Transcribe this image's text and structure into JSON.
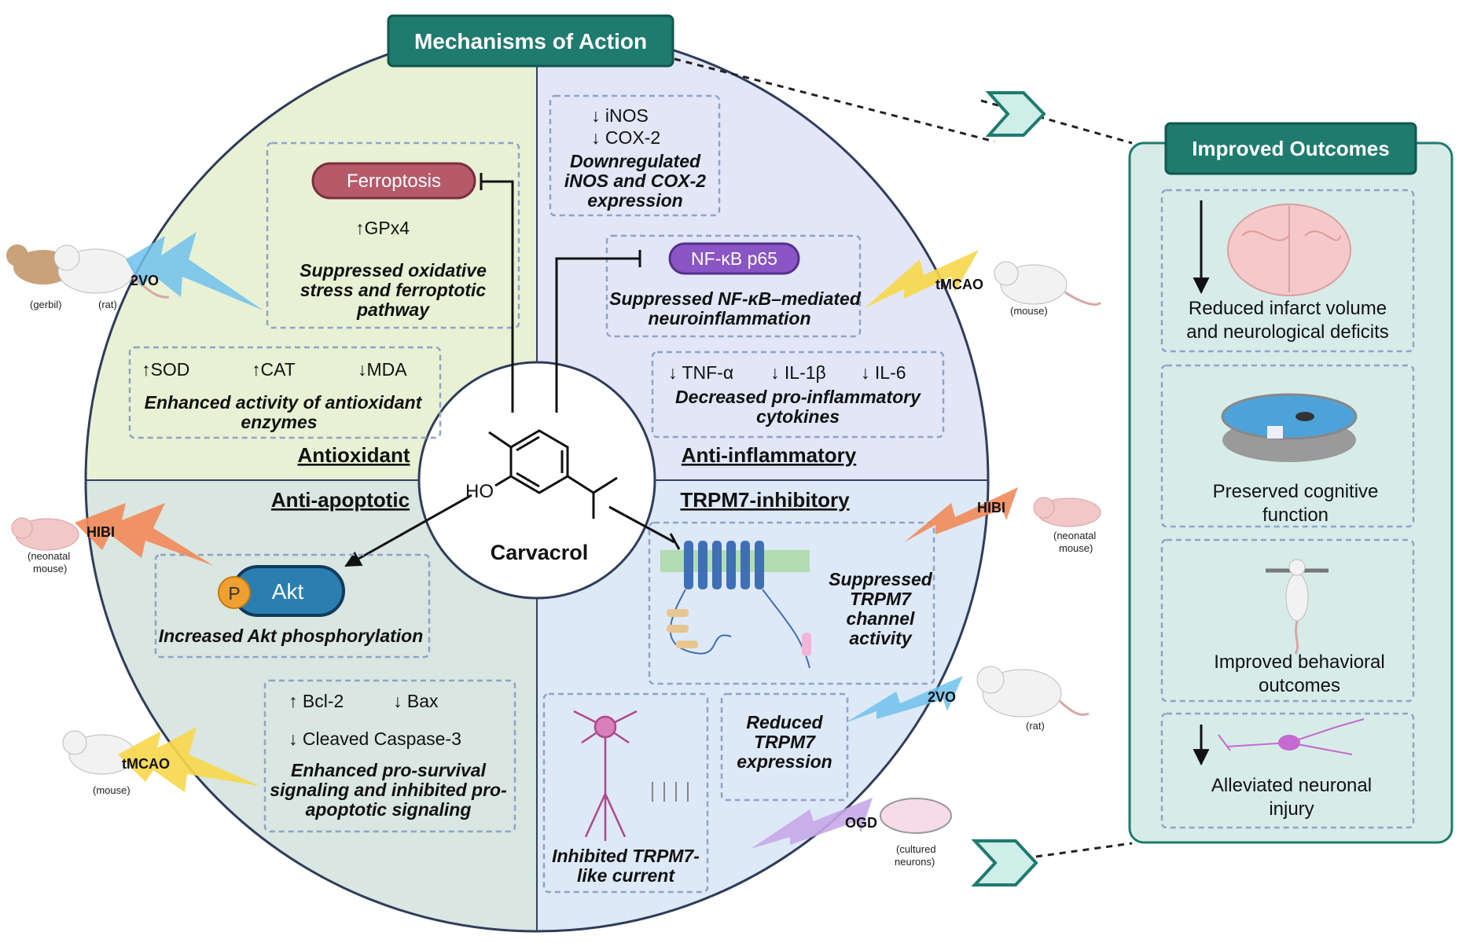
{
  "header": {
    "title": "Mechanisms of Action"
  },
  "center": {
    "compound": "Carvacrol",
    "ho": "HO"
  },
  "sections": {
    "antioxidant": {
      "title": "Antioxidant",
      "ferroptosis": "Ferroptosis",
      "gpx4": "↑GPx4",
      "ferro_desc": [
        "Suppressed oxidative",
        "stress and ferroptotic",
        "pathway"
      ],
      "markers": [
        "↑SOD",
        "↑CAT",
        "↓MDA"
      ],
      "enzyme_desc": [
        "Enhanced activity of antioxidant",
        "enzymes"
      ]
    },
    "anti_inflammatory": {
      "title": "Anti-inflammatory",
      "inos": "↓ iNOS",
      "cox2": "↓ COX-2",
      "inos_desc": [
        "Downregulated",
        "iNOS and COX-2",
        "expression"
      ],
      "nfkb": "NF-κB p65",
      "nfkb_desc": [
        "Suppressed NF-κB–mediated",
        "neuroinflammation"
      ],
      "cytokines": [
        "↓ TNF-α",
        "↓ IL-1β",
        "↓ IL-6"
      ],
      "cytokine_desc": [
        "Decreased pro-inflammatory",
        "cytokines"
      ]
    },
    "anti_apoptotic": {
      "title": "Anti-apoptotic",
      "akt": "Akt",
      "p": "P",
      "akt_desc": "Increased Akt phosphorylation",
      "bcl2": "↑ Bcl-2",
      "bax": "↓ Bax",
      "caspase": "↓ Cleaved Caspase-3",
      "apop_desc": [
        "Enhanced pro-survival",
        "signaling and inhibited pro-",
        "apoptotic signaling"
      ]
    },
    "trpm7": {
      "title": "TRPM7-inhibitory",
      "channel_desc": [
        "Suppressed",
        "TRPM7",
        "channel",
        "activity"
      ],
      "current_desc": [
        "Inhibited TRPM7-",
        "like current"
      ],
      "expr_desc": [
        "Reduced",
        "TRPM7",
        "expression"
      ]
    }
  },
  "models": {
    "gerbil_rat_2vo": {
      "model": "2VO",
      "animals": [
        "(gerbil)",
        "(rat)"
      ]
    },
    "mouse_tmcao_right": {
      "model": "tMCAO",
      "animal": "(mouse)"
    },
    "neonatal_hibi_left": {
      "model": "HIBI",
      "animal": [
        "(neonatal",
        "mouse)"
      ]
    },
    "neonatal_hibi_right": {
      "model": "HIBI",
      "animal": [
        "(neonatal",
        "mouse)"
      ]
    },
    "mouse_tmcao_left": {
      "model": "tMCAO",
      "animal": "(mouse)"
    },
    "rat_2vo_right": {
      "model": "2VO",
      "animal": "(rat)"
    },
    "ogd": {
      "model": "OGD",
      "animal": [
        "(cultured",
        "neurons)"
      ]
    }
  },
  "outcomes": {
    "title": "Improved Outcomes",
    "items": [
      [
        "Reduced infarct volume",
        "and neurological deficits"
      ],
      [
        "Preserved cognitive",
        "function"
      ],
      [
        "Improved behavioral",
        "outcomes"
      ],
      [
        "Alleviated neuronal",
        "injury"
      ]
    ]
  },
  "colors": {
    "teal": "#1e7b6e",
    "antioxidant_bg": "#e9f1d4",
    "anti_inflammatory_bg": "#e2e6f6",
    "anti_apoptotic_bg": "#d9e6e1",
    "trpm7_bg": "#dde9f6",
    "ferroptosis": "#b65a6a",
    "nfkb": "#8a55c4",
    "akt": "#2a7fb0",
    "outcome_panel": "#d7ece8"
  }
}
